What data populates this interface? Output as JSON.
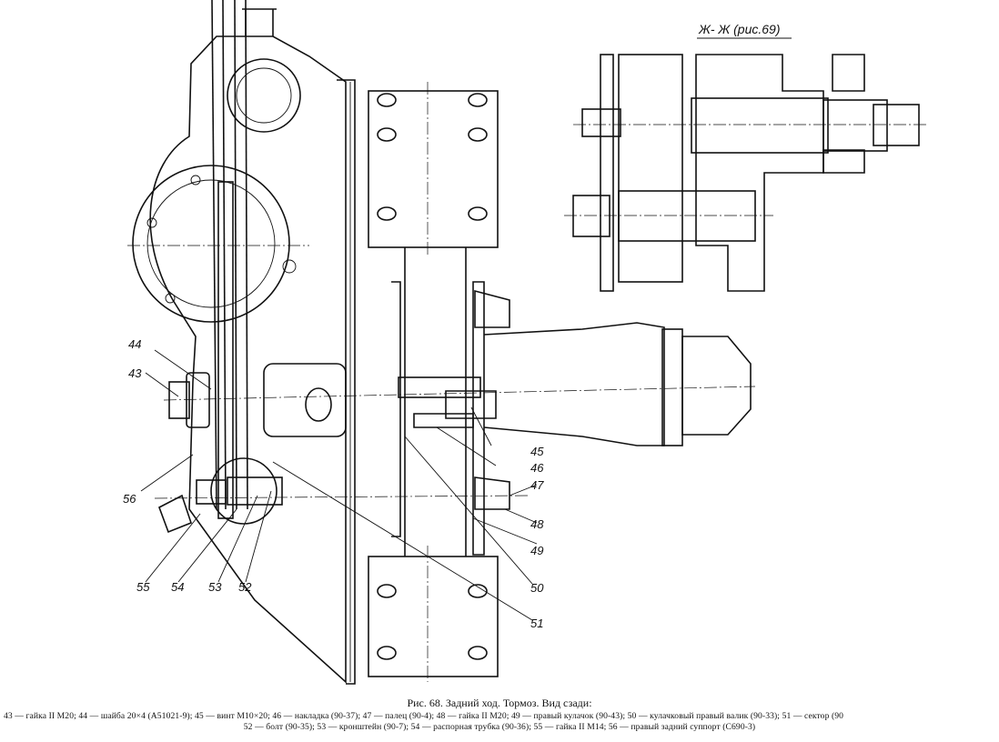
{
  "section": {
    "label": "Ж- Ж (рис.69)"
  },
  "callouts": [
    "43",
    "44",
    "45",
    "46",
    "47",
    "48",
    "49",
    "50",
    "51",
    "52",
    "53",
    "54",
    "55",
    "56"
  ],
  "caption": {
    "title": "Рис. 68. Задний ход. Тормоз. Вид сзади:",
    "legend_line1": "43 — гайка II M20; 44 — шайба 20×4 (А51021-9); 45 — винт M10×20; 46 — накладка (90-37); 47 — палец (90-4); 48 — гайка II M20; 49 — правый кулачок (90-43); 50 — кулачковый правый валик (90-33); 51 — сектор (90",
    "legend_line2": "52 — болт (90-35); 53 — кронштейн (90-7); 54 — распорная трубка (90-36); 55 — гайка II M14; 56 — правый задний суппорт (С690-3)"
  }
}
